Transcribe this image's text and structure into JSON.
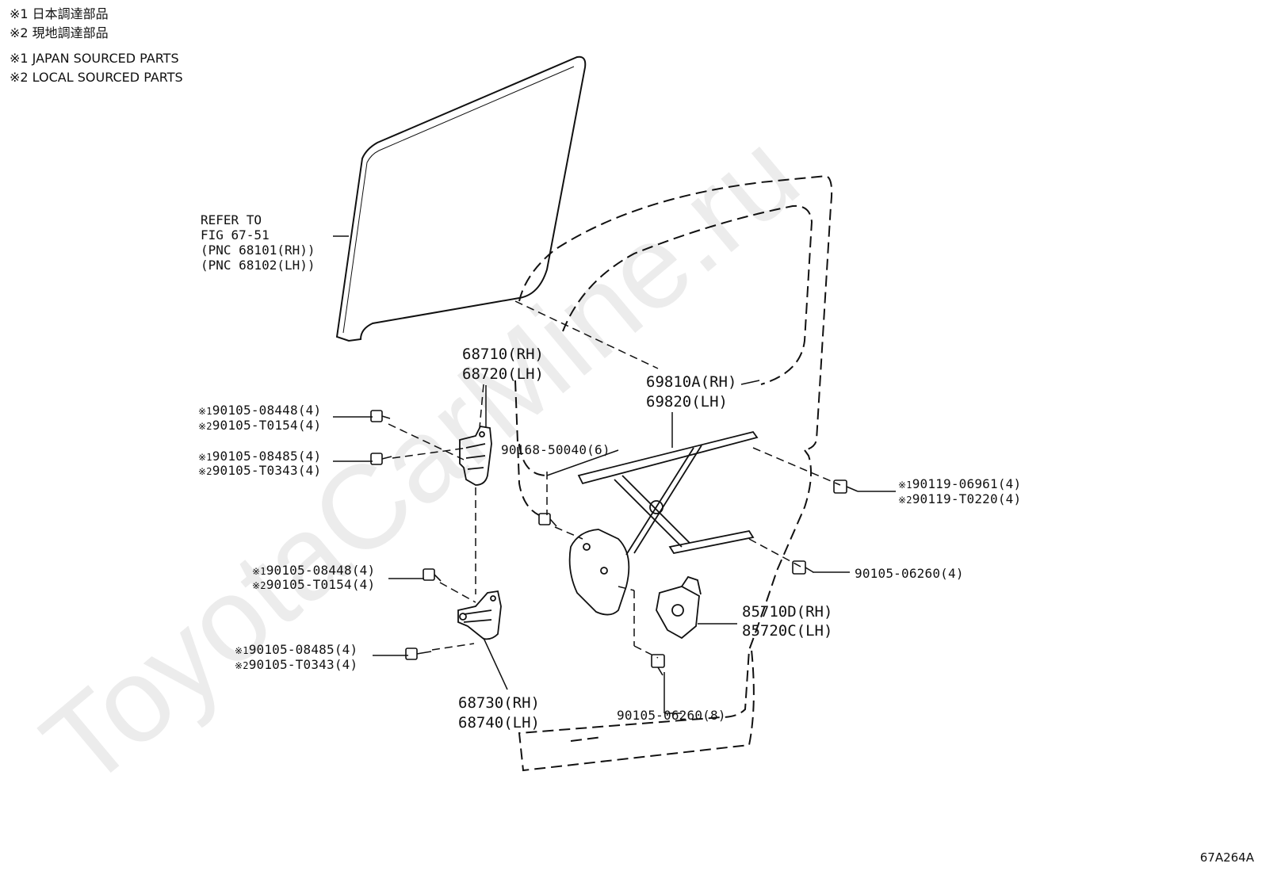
{
  "notes": [
    "※1 日本調達部品",
    "※2 現地調達部品",
    "※1 JAPAN SOURCED PARTS",
    "※2 LOCAL SOURCED PARTS"
  ],
  "watermark": "ToyotaCarMine.ru",
  "refer": [
    "REFER TO",
    "FIG 67-51",
    "(PNC 68101(RH))",
    "(PNC 68102(LH))"
  ],
  "parts": {
    "hinge_upper": [
      "68710(RH)",
      "68720(LH)"
    ],
    "regulator": [
      "69810A(RH)",
      "69820(LH)"
    ],
    "motor": [
      "85710D(RH)",
      "85720C(LH)"
    ],
    "hinge_lower": [
      "68730(RH)",
      "68740(LH)"
    ]
  },
  "bolts": {
    "b1": [
      {
        "mark": "※1",
        "pn": "90105-08448(4)"
      },
      {
        "mark": "※2",
        "pn": "90105-T0154(4)"
      }
    ],
    "b2": [
      {
        "mark": "※1",
        "pn": "90105-08485(4)"
      },
      {
        "mark": "※2",
        "pn": "90105-T0343(4)"
      }
    ],
    "b3": [
      {
        "mark": "※1",
        "pn": "90105-08448(4)"
      },
      {
        "mark": "※2",
        "pn": "90105-T0154(4)"
      }
    ],
    "b4": [
      {
        "mark": "※1",
        "pn": "90105-08485(4)"
      },
      {
        "mark": "※2",
        "pn": "90105-T0343(4)"
      }
    ],
    "b5": [
      {
        "mark": "※1",
        "pn": "90119-06961(4)"
      },
      {
        "mark": "※2",
        "pn": "90119-T0220(4)"
      }
    ],
    "b6": "90168-50040(6)",
    "b7": "90105-06260(4)",
    "b8": "90105-06260(8)"
  },
  "figure_code": "67A264A"
}
